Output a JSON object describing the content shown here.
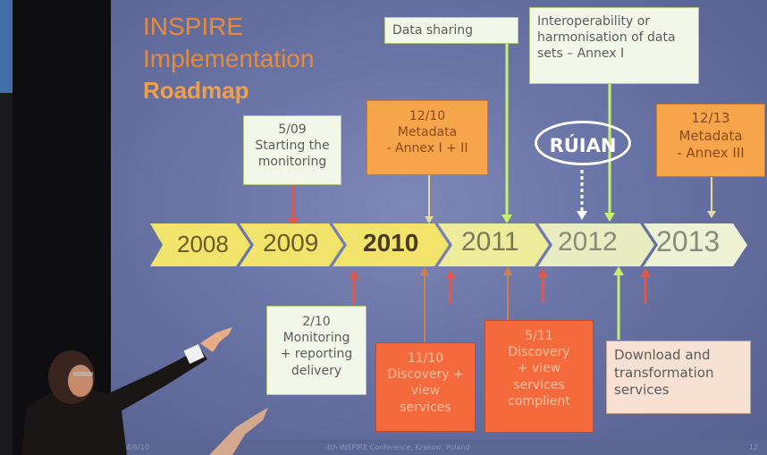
{
  "slide": {
    "title_line1": "INSPIRE",
    "title_line2": "Implementation",
    "title_line3": "Roadmap",
    "footer_left": "24/6/10",
    "footer_center": "4th INSPIRE Conference, Krakow, Poland",
    "footer_right": "12"
  },
  "timeline": {
    "years": [
      "2008",
      "2009",
      "2010",
      "2011",
      "2012",
      "2013"
    ]
  },
  "top_boxes": [
    {
      "date": "5/09",
      "lines": [
        "Starting the",
        "monitoring"
      ]
    },
    {
      "date": "12/10",
      "lines": [
        "Metadata",
        "- Annex I + II"
      ]
    },
    {
      "date": "",
      "lines": [
        "Data sharing"
      ]
    },
    {
      "date": "",
      "lines": [
        "Interoperability or",
        "harmonisation of data",
        "sets – Annex I"
      ]
    },
    {
      "date": "12/13",
      "lines": [
        "Metadata",
        "- Annex III"
      ]
    }
  ],
  "ruian_label": "RÚIAN",
  "bottom_boxes": [
    {
      "date": "2/10",
      "lines": [
        "Monitoring",
        "+ reporting",
        "delivery"
      ]
    },
    {
      "date": "11/10",
      "lines": [
        "Discovery +",
        "view",
        "services"
      ]
    },
    {
      "date": "5/11",
      "lines": [
        "Discovery",
        "+ view",
        "services",
        "complient"
      ]
    },
    {
      "date": "",
      "lines": [
        "Download and",
        "transformation",
        "services"
      ]
    }
  ],
  "colors": {
    "slide_bg": "#6a75a7",
    "title_orange": "#e88a3c",
    "chevron_yellow": "#f2e46b",
    "chevron_light": "#eef0c4",
    "arrow_green": "#c9f06a",
    "arrow_red": "#e4564a"
  }
}
